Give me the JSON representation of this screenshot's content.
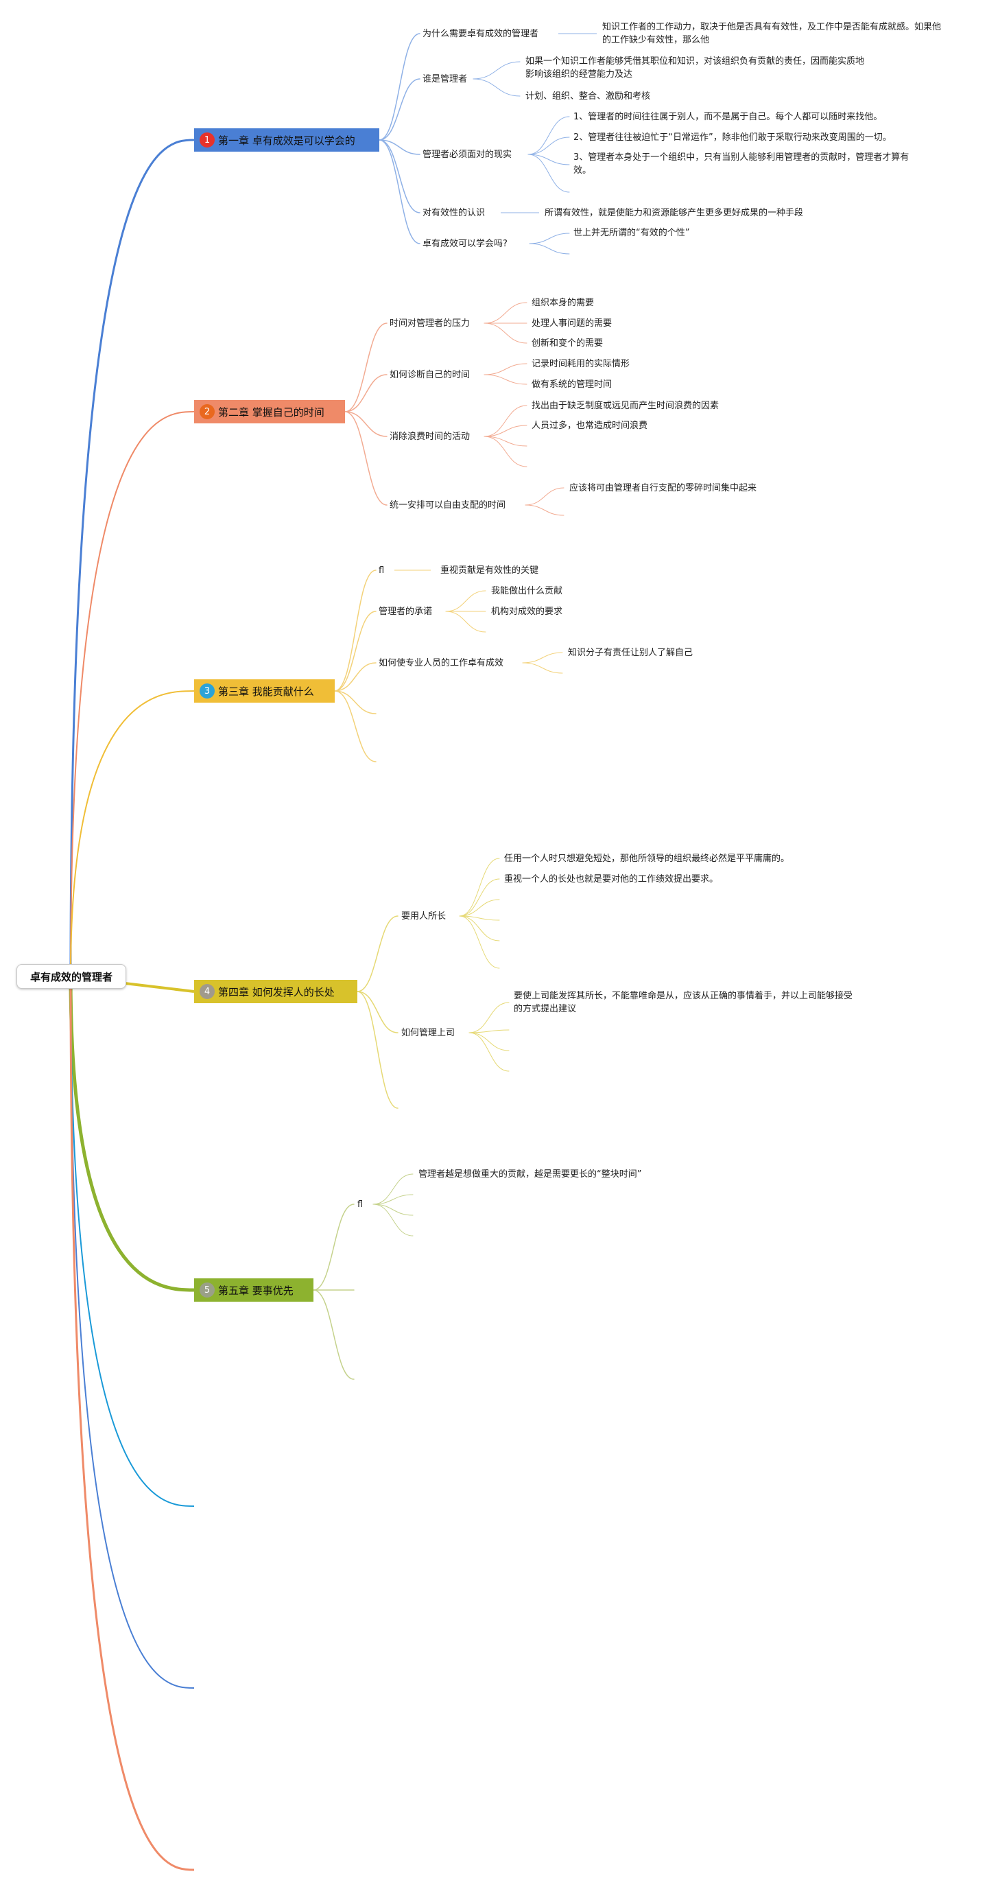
{
  "root": {
    "label": "卓有成效的管理者"
  },
  "colors": {
    "ch1": "#4a7fd4",
    "ch2": "#ef8a68",
    "ch3": "#f0be37",
    "ch4": "#d8c22b",
    "ch5": "#8db22f",
    "badge1": "#e8322a",
    "badge2": "#e9681e",
    "badge3": "#2aa3d8",
    "badge4": "#a09a8c",
    "badge5": "#9aa087"
  },
  "chapters": [
    {
      "label": "第一章 卓有成效是可以学会的",
      "icon": "1",
      "icon_name": "number-1-badge-icon"
    },
    {
      "label": "第二章 掌握自己的时间",
      "icon": "2",
      "icon_name": "number-2-badge-icon"
    },
    {
      "label": "第三章 我能贡献什么",
      "icon": "3",
      "icon_name": "number-3-badge-icon"
    },
    {
      "label": "第四章 如何发挥人的长处",
      "icon": "4",
      "icon_name": "number-4-badge-icon"
    },
    {
      "label": "第五章 要事优先",
      "icon": "5",
      "icon_name": "number-5-badge-icon"
    }
  ],
  "ch1": {
    "topics": [
      "为什么需要卓有成效的管理者",
      "谁是管理者",
      "管理者必须面对的现实",
      "对有效性的认识",
      "卓有成效可以学会吗?"
    ],
    "why": "知识工作者的工作动力，取决于他是否具有有效性，及工作中是否能有成就感。如果他的工作缺少有效性，那么他",
    "who": [
      "如果一个知识工作者能够凭借其职位和知识，对该组织负有贡献的责任，因而能实质地影响该组织的经营能力及达",
      "计划、组织、整合、激励和考核"
    ],
    "reality": [
      "1、管理者的时间往往属于别人，而不是属于自己。每个人都可以随时来找他。",
      "2、管理者往往被迫忙于“日常运作”，除非他们敢于采取行动来改变周围的一切。",
      "3、管理者本身处于一个组织中，只有当别人能够利用管理者的贡献时，管理者才算有效。"
    ],
    "recognition": "所谓有效性，就是使能力和资源能够产生更多更好成果的一种手段",
    "learnable": "世上并无所谓的“有效的个性”"
  },
  "ch2": {
    "topics": [
      "时间对管理者的压力",
      "如何诊断自己的时间",
      "消除浪费时间的活动",
      "统一安排可以自由支配的时间"
    ],
    "pressure": [
      "组织本身的需要",
      "处理人事问题的需要",
      "创新和变个的需要"
    ],
    "diagnose": [
      "记录时间耗用的实际情形",
      "做有系统的管理时间"
    ],
    "waste": [
      "找出由于缺乏制度或远见而产生时间浪费的因素",
      "人员过多，也常造成时间浪费"
    ],
    "arrange": "应该将可由管理者自行支配的零碎时间集中起来"
  },
  "ch3": {
    "topics": [
      "fl",
      "管理者的承诺",
      "如何使专业人员的工作卓有成效"
    ],
    "fl_child": "重视贡献是有效性的关键",
    "commit": [
      "我能做出什么贡献",
      "机构对成效的要求"
    ],
    "prof": "知识分子有责任让别人了解自己"
  },
  "ch4": {
    "topics": [
      "要用人所长",
      "如何管理上司"
    ],
    "use": [
      "任用一个人时只想避免短处，那他所领导的组织最终必然是平平庸庸的。",
      "重视一个人的长处也就是要对他的工作绩效提出要求。"
    ],
    "boss": "要使上司能发挥其所长，不能靠唯命是从，应该从正确的事情着手，并以上司能够接受的方式提出建议"
  },
  "ch5": {
    "topics": [
      "fl"
    ],
    "fl_child": "管理者越是想做重大的贡献，越是需要更长的“整块时间”"
  }
}
